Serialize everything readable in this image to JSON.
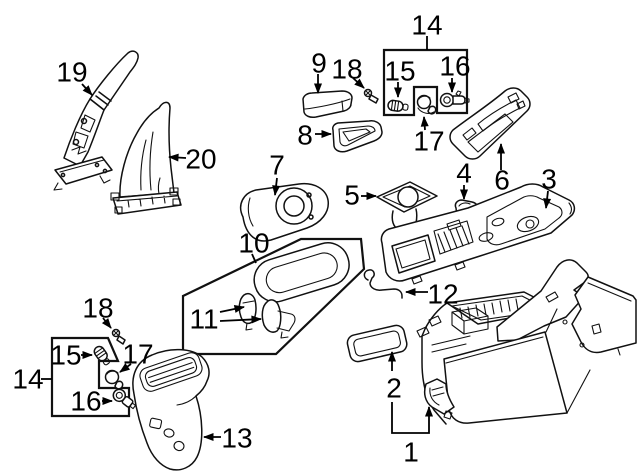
{
  "diagram": {
    "background": "#ffffff",
    "line_color": "#000000",
    "callouts": [
      {
        "id": "callout-19",
        "text": "19"
      },
      {
        "id": "callout-20",
        "text": "20"
      },
      {
        "id": "callout-9",
        "text": "9"
      },
      {
        "id": "callout-18-top",
        "text": "18"
      },
      {
        "id": "callout-14-top",
        "text": "14"
      },
      {
        "id": "callout-15-top",
        "text": "15"
      },
      {
        "id": "callout-16-top",
        "text": "16"
      },
      {
        "id": "callout-17-top",
        "text": "17"
      },
      {
        "id": "callout-8",
        "text": "8"
      },
      {
        "id": "callout-7",
        "text": "7"
      },
      {
        "id": "callout-5",
        "text": "5"
      },
      {
        "id": "callout-4",
        "text": "4"
      },
      {
        "id": "callout-6",
        "text": "6"
      },
      {
        "id": "callout-3",
        "text": "3"
      },
      {
        "id": "callout-10",
        "text": "10"
      },
      {
        "id": "callout-11",
        "text": "11"
      },
      {
        "id": "callout-12",
        "text": "12"
      },
      {
        "id": "callout-2",
        "text": "2"
      },
      {
        "id": "callout-1",
        "text": "1"
      },
      {
        "id": "callout-13",
        "text": "13"
      },
      {
        "id": "callout-18-bottom",
        "text": "18"
      },
      {
        "id": "callout-15-bottom",
        "text": "15"
      },
      {
        "id": "callout-17-bottom",
        "text": "17"
      },
      {
        "id": "callout-16-bottom",
        "text": "16"
      },
      {
        "id": "callout-14-bottom",
        "text": "14"
      }
    ]
  }
}
